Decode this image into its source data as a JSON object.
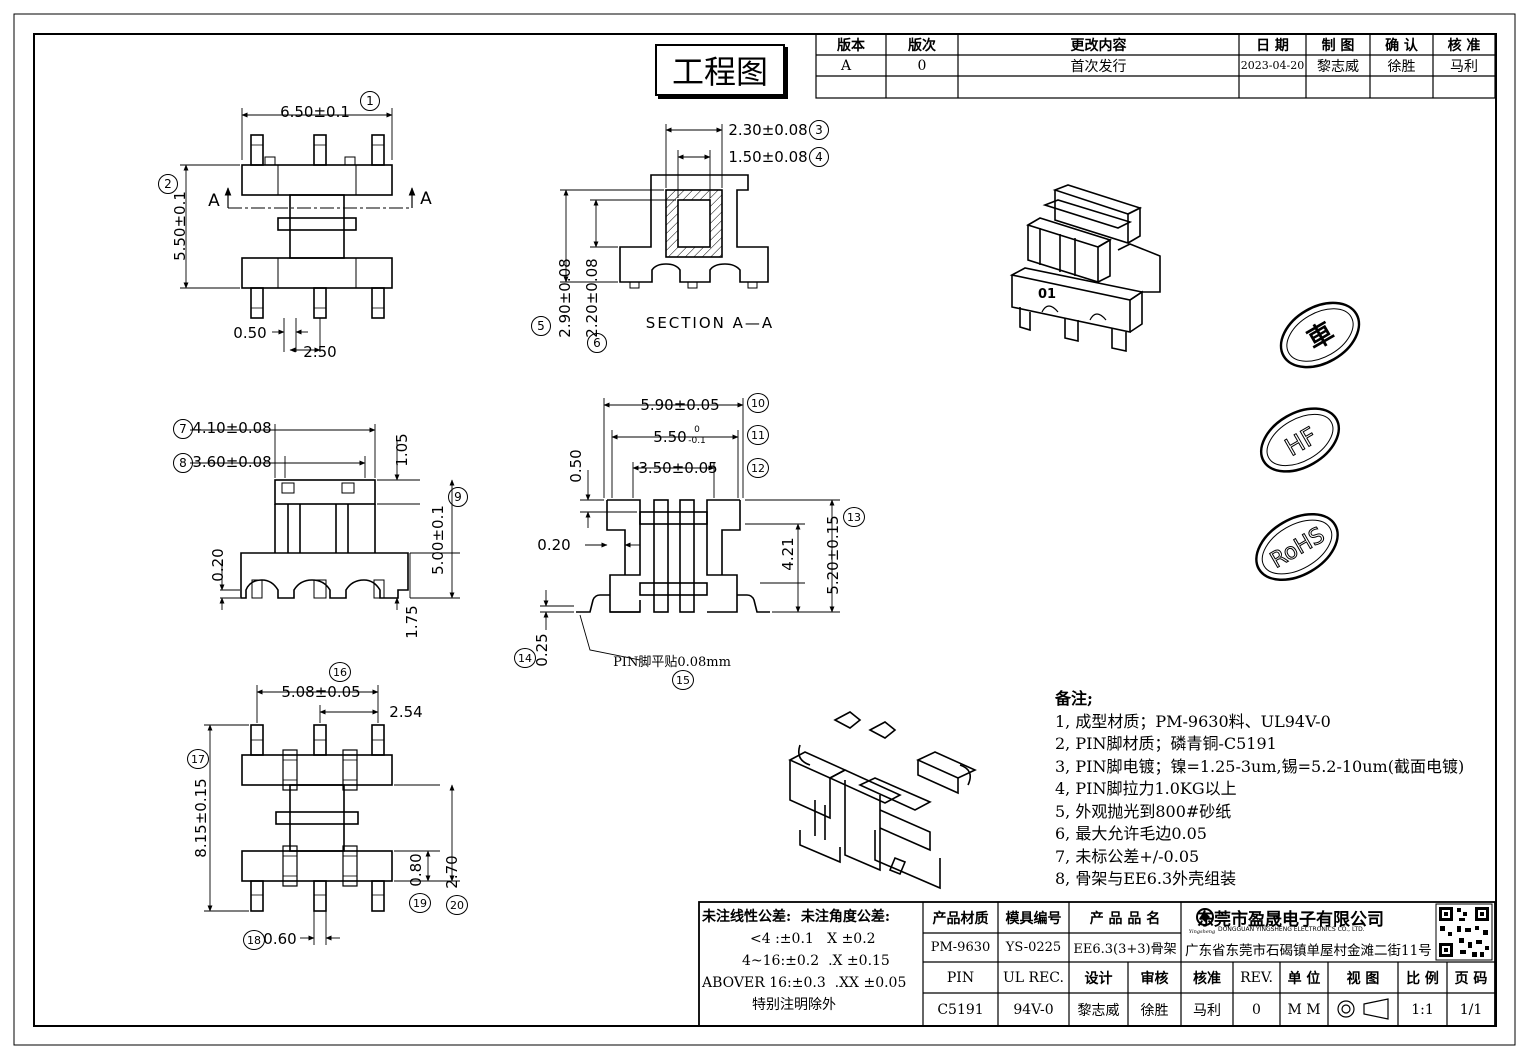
{
  "drawing_title": "工程图",
  "revision_table": {
    "headers": [
      "版本",
      "版次",
      "更改内容",
      "日 期",
      "制 图",
      "确 认",
      "核 准"
    ],
    "rows": [
      [
        "A",
        "0",
        "首次发行",
        "2023-04-20",
        "黎志威",
        "徐胜",
        "马利"
      ]
    ]
  },
  "top_view": {
    "dim_width": "6.50±0.1",
    "dim_height": "5.50±0.1",
    "dim_pin_width": "0.50",
    "dim_pitch": "2.50",
    "section_mark": "A",
    "callout_1": "1",
    "callout_2": "2"
  },
  "section_view": {
    "label": "SECTION A—A",
    "dim_outer": "2.30±0.08",
    "dim_inner": "1.50±0.08",
    "dim_h_outer": "2.90±0.08",
    "dim_h_inner": "2.20±0.08",
    "callouts": [
      "3",
      "4",
      "5",
      "6"
    ]
  },
  "marking_text": "01",
  "certification_stamps": [
    "車",
    "HF",
    "RoHS"
  ],
  "front_view": {
    "dim_top_outer": "4.10±0.08",
    "dim_top_inner": "3.60±0.08",
    "dim_flange": "1.05",
    "dim_height": "5.00±0.1",
    "dim_base": "0.20",
    "dim_pin": "1.75",
    "callouts": [
      "7",
      "8",
      "9"
    ]
  },
  "side_view": {
    "dim_outer": "5.90±0.05",
    "dim_mid": "5.50",
    "dim_mid_upper": "0",
    "dim_mid_lower": "-0.1",
    "dim_inner": "3.50±0.05",
    "dim_top": "0.50",
    "dim_wall": "0.20",
    "dim_body": "4.21",
    "dim_total": "5.20±0.15",
    "dim_pin_thk": "0.25",
    "pin_note": "PIN脚平贴0.08mm",
    "callouts": [
      "10",
      "11",
      "12",
      "13",
      "14",
      "15"
    ]
  },
  "bottom_view": {
    "dim_pitch_total": "5.08±0.05",
    "dim_pitch": "2.54",
    "dim_length": "8.15±0.15",
    "dim_slot": "0.80",
    "dim_pin_len": "2.70",
    "dim_pin_w": "0.60",
    "callouts": [
      "16",
      "17",
      "18",
      "19",
      "20"
    ]
  },
  "notes": {
    "title": "备注;",
    "items": [
      "1, 成型材质；PM-9630料、UL94V-0",
      "2, PIN脚材质；磷青铜-C5191",
      "3, PIN脚电镀；镍=1.25-3um,锡=5.2-10um(截面电镀)",
      "4, PIN脚拉力1.0KG以上",
      "5, 外观抛光到800#砂纸",
      "6, 最大允许毛边0.05",
      "7, 未标公差+/-0.05",
      "8, 骨架与EE6.3外壳组装"
    ]
  },
  "tolerance": {
    "line1": "未注线性公差:  未注角度公差:",
    "line2": "<4 :±0.1   X ±0.2",
    "line3": "4~16:±0.2  .X ±0.15",
    "line4": "ABOVER 16:±0.3  .XX ±0.05",
    "line5": "特别注明除外"
  },
  "title_block": {
    "material_label": "产品材质",
    "mold_label": "模具编号",
    "product_label": "产 品 品 名",
    "material": "PM-9630",
    "mold": "YS-0225",
    "product": "EE6.3(3+3)骨架",
    "pin_label": "PIN",
    "ul_label": "UL REC.",
    "design_label": "设计",
    "review_label": "审核",
    "approve_label": "核准",
    "rev_label": "REV.",
    "unit_label": "单 位",
    "view_label": "视 图",
    "scale_label": "比 例",
    "page_label": "页 码",
    "pin_material": "C5191",
    "ul": "94V-0",
    "designer": "黎志威",
    "reviewer": "徐胜",
    "approver": "马利",
    "rev": "0",
    "unit": "M M",
    "scale": "1:1",
    "page": "1/1",
    "company": "东莞市盈晟电子有限公司",
    "company_en": "DONGGUAN YINGSHENG ELECTRONICS CO., LTD.",
    "logo_text": "Yingsheng",
    "address": "广东省东莞市石碣镇单屋村金滩二街11号"
  }
}
